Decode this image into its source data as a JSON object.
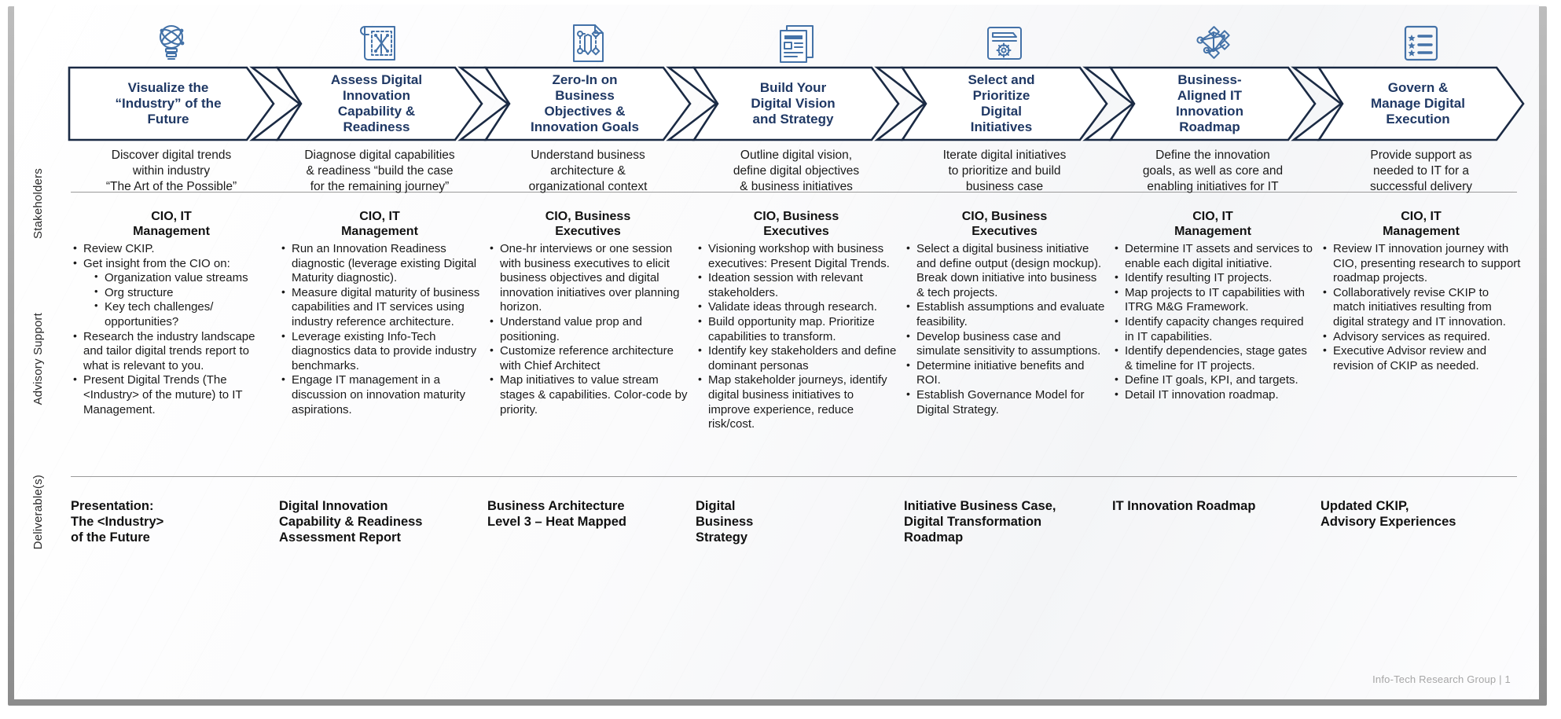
{
  "axis_labels": {
    "stakeholders": "Stakeholders",
    "advisory_support": "Advisory  Support",
    "deliverables": "Deliverable(s)"
  },
  "footer": "Info-Tech Research Group  |  1",
  "colors": {
    "chevron_text": "#1f3864",
    "chevron_border": "#1a2a44",
    "icon": "#4472a8",
    "body_text": "#1a1a1a",
    "divider": "#9a9a9a",
    "footer_text": "#a6a6a6"
  },
  "columns": [
    {
      "icon": "lightbulb-idea-icon",
      "title": "Visualize the\n“Industry” of the\nFuture",
      "description": "Discover digital trends\nwithin industry\n“The Art of the Possible”",
      "stakeholders": "CIO, IT\nManagement",
      "bullets": [
        {
          "text": "Review  CKIP."
        },
        {
          "text": "Get insight from the CIO on:",
          "sub": [
            "Organization value streams",
            "Org structure",
            "Key tech challenges/ opportunities?"
          ]
        },
        {
          "text": "Research the industry landscape and tailor digital trends report to what is relevant  to you."
        },
        {
          "text": "Present Digital Trends (The  <Industry> of the muture) to IT Management."
        }
      ],
      "deliverable": "Presentation:\nThe <Industry>\nof the Future"
    },
    {
      "icon": "blueprint-diagnostic-icon",
      "title": "Assess Digital\nInnovation\nCapability &\nReadiness",
      "description": "Diagnose digital capabilities\n& readiness “build the case\nfor the remaining journey”",
      "stakeholders": "CIO, IT\nManagement",
      "bullets": [
        {
          "text": "Run an Innovation Readiness diagnostic (leverage  existing Digital Maturity diagnostic)."
        },
        {
          "text": "Measure digital maturity of business capabilities and IT services using industry reference architecture."
        },
        {
          "text": "Leverage  existing Info-Tech  diagnostics data to provide  industry benchmarks."
        },
        {
          "text": "Engage IT  management in a discussion on innovation  maturity aspirations."
        }
      ],
      "deliverable": "Digital Innovation\nCapability & Readiness\nAssessment Report"
    },
    {
      "icon": "document-pencil-icon",
      "title": "Zero-In on\nBusiness\nObjectives &\nInnovation Goals",
      "description": "Understand business\narchitecture &\norganizational  context",
      "stakeholders": "CIO, Business\nExecutives",
      "bullets": [
        {
          "text": "One-hr interviews  or one session with business executives to elicit business objectives  and digital innovation  initiatives over planning horizon."
        },
        {
          "text": "Understand value prop and positioning."
        },
        {
          "text": "Customize reference architecture with Chief Architect"
        },
        {
          "text": "Map initiatives  to value  stream stages & capabilities. Color-code by priority."
        }
      ],
      "deliverable": "Business Architecture\nLevel 3 – Heat Mapped"
    },
    {
      "icon": "news-document-icon",
      "title": "Build Your\nDigital Vision\nand Strategy",
      "description": "Outline digital vision,\ndefine digital objectives\n& business initiatives",
      "stakeholders": "CIO, Business\nExecutives",
      "bullets": [
        {
          "text": "Visioning workshop with business executives: Present Digital Trends."
        },
        {
          "text": "Ideation session with relevant  stakeholders."
        },
        {
          "text": "Validate ideas through research."
        },
        {
          "text": "Build opportunity map. Prioritize capabilities to transform."
        },
        {
          "text": "Identify key stakeholders and define dominant personas"
        },
        {
          "text": "Map stakeholder journeys, identify digital business initiatives to improve  experience, reduce risk/cost."
        }
      ],
      "deliverable": "Digital\nBusiness\nStrategy"
    },
    {
      "icon": "folder-gear-icon",
      "title": "Select and\nPrioritize\nDigital\nInitiatives",
      "description": "Iterate digital initiatives\nto prioritize and build\nbusiness case",
      "stakeholders": "CIO, Business\nExecutives",
      "bullets": [
        {
          "text": "Select a digital business initiative and define output (design mockup). Break down initiative into business & tech projects."
        },
        {
          "text": "Establish assumptions and evaluate feasibility."
        },
        {
          "text": "Develop business case and simulate sensitivity to assumptions."
        },
        {
          "text": "Determine initiative benefits and ROI."
        },
        {
          "text": "Establish Governance Model for Digital Strategy."
        }
      ],
      "deliverable": "Initiative Business Case,\nDigital Transformation\nRoadmap"
    },
    {
      "icon": "network-nodes-icon",
      "title": "Business-\nAligned  IT\nInnovation\nRoadmap",
      "description": "Define the innovation\ngoals, as well as core and\nenabling initiatives for IT",
      "stakeholders": "CIO, IT\nManagement",
      "bullets": [
        {
          "text": "Determine IT assets and services to enable each digital initiative."
        },
        {
          "text": "Identify resulting IT projects."
        },
        {
          "text": "Map projects to IT capabilities with ITRG M&G Framework."
        },
        {
          "text": "Identify capacity changes required in IT capabilities."
        },
        {
          "text": "Identify dependencies, stage gates & timeline for IT  projects."
        },
        {
          "text": "Define  IT goals, KPI, and targets."
        },
        {
          "text": "Detail IT innovation roadmap."
        }
      ],
      "deliverable": "IT Innovation Roadmap"
    },
    {
      "icon": "checklist-star-icon",
      "title": "Govern &\nManage Digital\nExecution",
      "description": "Provide  support as\nneeded to IT for a\nsuccessful delivery",
      "stakeholders": "CIO, IT\nManagement",
      "bullets": [
        {
          "text": "Review IT innovation  journey with CIO, presenting research to support roadmap  projects."
        },
        {
          "text": "Collaboratively revise CKIP to match initiatives resulting from digital strategy and IT innovation."
        },
        {
          "text": "Advisory  services as required."
        },
        {
          "text": "Executive Advisor review  and revision of CKIP as needed."
        }
      ],
      "deliverable": "Updated CKIP,\nAdvisory Experiences"
    }
  ]
}
